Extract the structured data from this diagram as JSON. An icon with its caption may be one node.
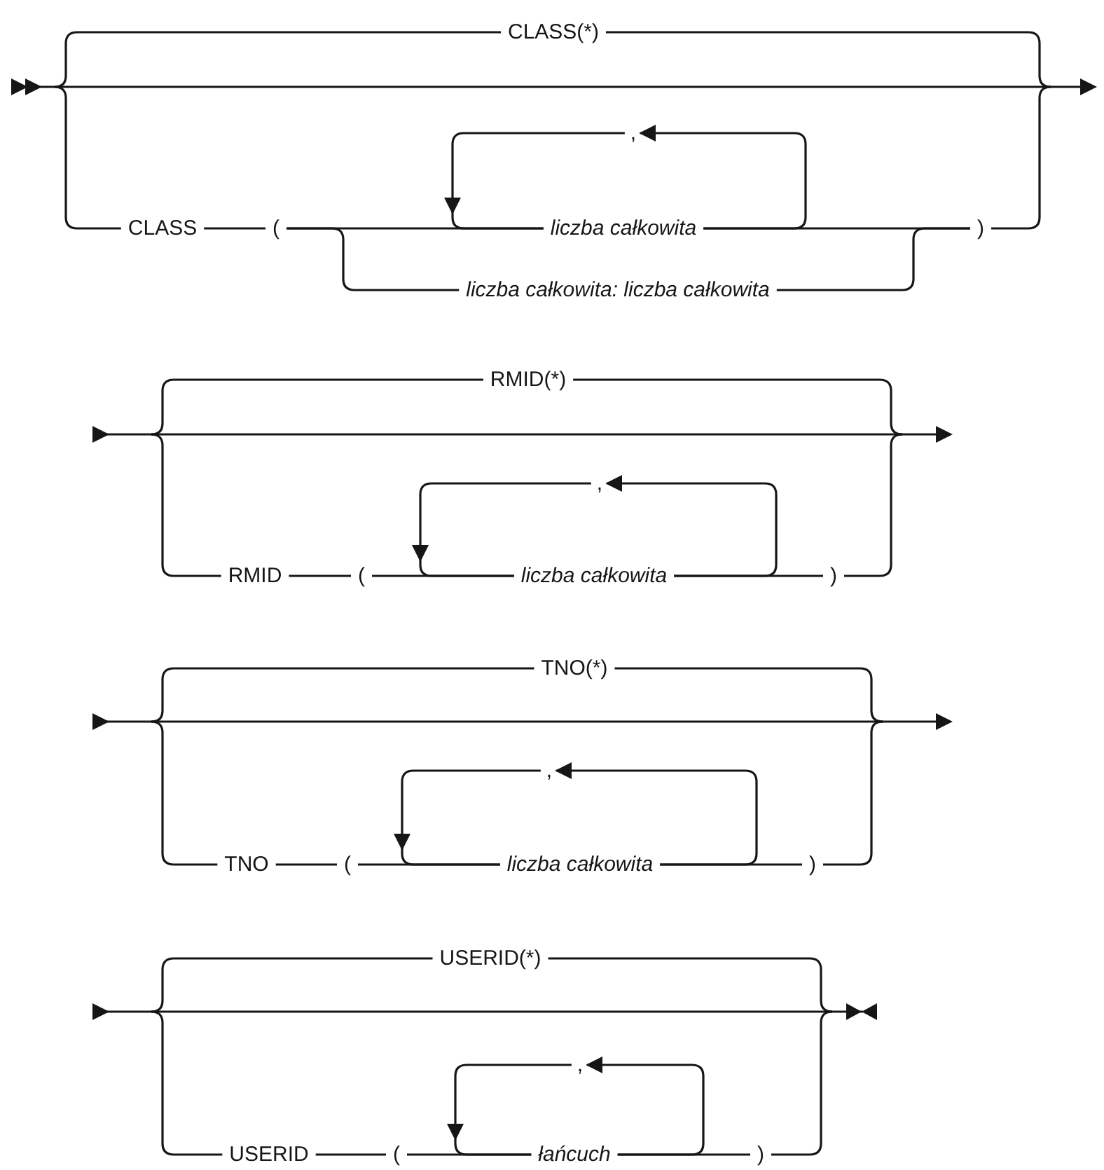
{
  "diagram": {
    "nodes": [
      {
        "text": [
          "CLASS(*)"
        ]
      },
      {
        "text": [
          ","
        ]
      },
      {
        "text": [
          "CLASS"
        ]
      },
      {
        "text": [
          "("
        ]
      },
      {
        "text": [
          "liczba całkowita"
        ]
      },
      {
        "text": [
          ")"
        ]
      },
      {
        "text": [
          "liczba całkowita: liczba całkowita"
        ]
      },
      {
        "text": [
          "RMID(*)"
        ]
      },
      {
        "text": [
          ","
        ]
      },
      {
        "text": [
          "RMID"
        ]
      },
      {
        "text": [
          "("
        ]
      },
      {
        "text": [
          "liczba całkowita"
        ]
      },
      {
        "text": [
          ")"
        ]
      },
      {
        "text": [
          "TNO(*)"
        ]
      },
      {
        "text": [
          ","
        ]
      },
      {
        "text": [
          "TNO"
        ]
      },
      {
        "text": [
          "("
        ]
      },
      {
        "text": [
          "liczba całkowita"
        ]
      },
      {
        "text": [
          ")"
        ]
      },
      {
        "text": [
          "USERID(*)"
        ]
      },
      {
        "text": [
          ","
        ]
      },
      {
        "text": [
          "USERID"
        ]
      },
      {
        "text": [
          "("
        ]
      },
      {
        "text": [
          "łańcuch"
        ]
      },
      {
        "text": [
          ")"
        ]
      }
    ],
    "edges": [
      {
        "from": 2,
        "to": 3,
        "arrow": "none"
      },
      {
        "from": 3,
        "to": 4,
        "arrow": "none"
      },
      {
        "from": 4,
        "to": 5,
        "arrow": "none"
      },
      {
        "from": 4,
        "to": 1,
        "arrow": "to"
      },
      {
        "from": 1,
        "to": 4,
        "arrow": "to"
      },
      {
        "from": 3,
        "to": 6,
        "arrow": "none"
      },
      {
        "from": 6,
        "to": 5,
        "arrow": "none"
      },
      {
        "from": 9,
        "to": 10,
        "arrow": "none"
      },
      {
        "from": 10,
        "to": 11,
        "arrow": "none"
      },
      {
        "from": 11,
        "to": 12,
        "arrow": "none"
      },
      {
        "from": 11,
        "to": 8,
        "arrow": "to"
      },
      {
        "from": 8,
        "to": 11,
        "arrow": "to"
      },
      {
        "from": 15,
        "to": 16,
        "arrow": "none"
      },
      {
        "from": 16,
        "to": 17,
        "arrow": "none"
      },
      {
        "from": 17,
        "to": 18,
        "arrow": "none"
      },
      {
        "from": 17,
        "to": 14,
        "arrow": "to"
      },
      {
        "from": 14,
        "to": 17,
        "arrow": "to"
      },
      {
        "from": 21,
        "to": 22,
        "arrow": "none"
      },
      {
        "from": 22,
        "to": 23,
        "arrow": "none"
      },
      {
        "from": 23,
        "to": 24,
        "arrow": "none"
      },
      {
        "from": 23,
        "to": 20,
        "arrow": "to"
      },
      {
        "from": 20,
        "to": 23,
        "arrow": "to"
      },
      {
        "from": null,
        "to": 0,
        "arrow": "none"
      },
      {
        "from": 0,
        "to": null,
        "arrow": "none"
      },
      {
        "from": null,
        "to": 2,
        "arrow": "none"
      },
      {
        "from": 5,
        "to": null,
        "arrow": "none"
      },
      {
        "from": null,
        "to": 7,
        "arrow": "none"
      },
      {
        "from": 7,
        "to": null,
        "arrow": "none"
      },
      {
        "from": null,
        "to": 9,
        "arrow": "none"
      },
      {
        "from": 12,
        "to": null,
        "arrow": "none"
      },
      {
        "from": null,
        "to": 13,
        "arrow": "none"
      },
      {
        "from": 13,
        "to": null,
        "arrow": "none"
      },
      {
        "from": null,
        "to": 15,
        "arrow": "none"
      },
      {
        "from": 18,
        "to": null,
        "arrow": "none"
      },
      {
        "from": null,
        "to": 19,
        "arrow": "none"
      },
      {
        "from": 19,
        "to": null,
        "arrow": "none"
      },
      {
        "from": null,
        "to": 21,
        "arrow": "none"
      },
      {
        "from": 24,
        "to": null,
        "arrow": "none"
      }
    ]
  }
}
